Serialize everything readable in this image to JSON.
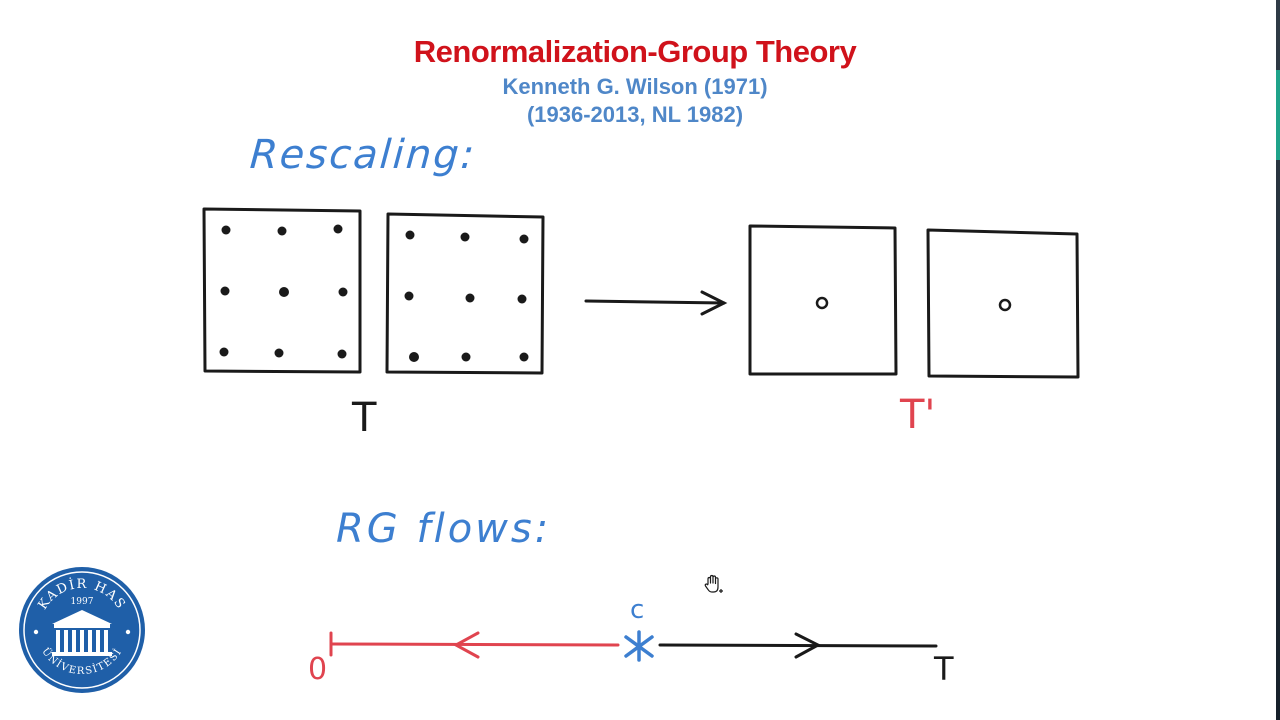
{
  "title": "Renormalization-Group Theory",
  "subtitle_author": "Kenneth G. Wilson (1971)",
  "subtitle_dates": "(1936-2013, NL 1982)",
  "rescaling_label": "Rescaling:",
  "T_label": "T",
  "T_prime_label": "T'",
  "rg_flows_label": "RG flows:",
  "flow": {
    "critical_label": "c",
    "zero_label": "0",
    "end_label": "T"
  },
  "logo": {
    "text_top": "KADİR HAS",
    "year": "1997",
    "text_bottom": "ÜNİVERSİTESİ"
  },
  "colors": {
    "title": "#d0121b",
    "subtitle": "#4f87c8",
    "handwriting_blue": "#3d7fd0",
    "handwriting_red": "#e0444f",
    "ink": "#1a1a1a",
    "logo_blue": "#1f5fa8"
  },
  "icons": {
    "cursor": "hand-pointer-icon",
    "logo": "university-seal-icon",
    "arrow": "arrow-right-icon",
    "critical_point": "asterisk-icon"
  }
}
